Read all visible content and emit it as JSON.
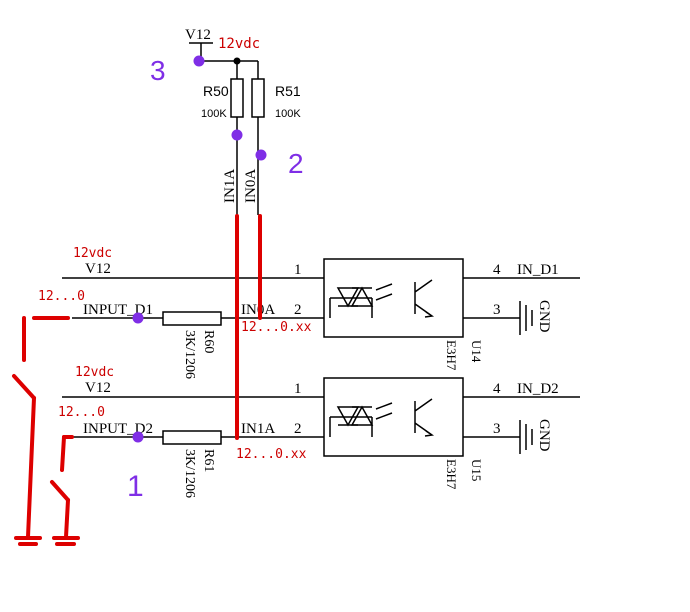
{
  "colors": {
    "wire": "#000000",
    "annotation": "#cc0000",
    "marker": "#7f2ee6",
    "background": "#ffffff"
  },
  "supply": {
    "net": "V12",
    "voltage_note": "12vdc"
  },
  "pullups": [
    {
      "ref": "R50",
      "value": "100K"
    },
    {
      "ref": "R51",
      "value": "100K"
    }
  ],
  "nets": {
    "in1a_vertical": "IN1A",
    "in0a_vertical": "IN0A"
  },
  "channels": [
    {
      "v12_label": "V12",
      "v12_note": "12vdc",
      "input_label": "INPUT_D1",
      "input_note": "12...0",
      "resistor_ref": "R60",
      "resistor_value": "3K/1206",
      "node_label": "IN0A",
      "node_note": "12...0.xx",
      "opto_ref": "U14",
      "opto_part": "E3H7",
      "pins": [
        "1",
        "2",
        "3",
        "4"
      ],
      "out_label": "IN_D1",
      "gnd_label": "GND"
    },
    {
      "v12_label": "V12",
      "v12_note": "12vdc",
      "input_label": "INPUT_D2",
      "input_note": "12...0",
      "resistor_ref": "R61",
      "resistor_value": "3K/1206",
      "node_label": "IN1A",
      "node_note": "12...0.xx",
      "opto_ref": "U15",
      "opto_part": "E3H7",
      "pins": [
        "1",
        "2",
        "3",
        "4"
      ],
      "out_label": "IN_D2",
      "gnd_label": "GND"
    }
  ],
  "markers": [
    "1",
    "2",
    "3"
  ]
}
